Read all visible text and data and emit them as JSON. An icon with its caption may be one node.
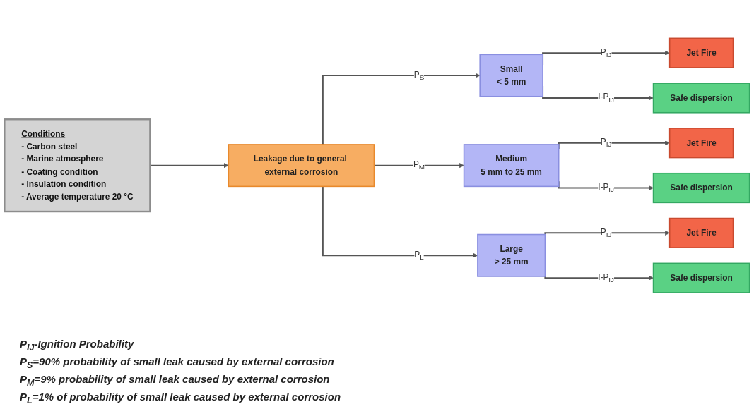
{
  "diagram": {
    "nodes": [
      {
        "text": [
          "Conditions",
          "- Carbon steel",
          "- Marine atmosphere",
          "- Coating condition",
          "- Insulation condition",
          "- Average temperature 20 °C"
        ]
      },
      {
        "text": [
          "Leakage due to general external corrosion"
        ]
      },
      {
        "text": [
          "Small",
          "< 5 mm"
        ]
      },
      {
        "text": [
          "Medium",
          "5 mm to 25 mm"
        ]
      },
      {
        "text": [
          "Large",
          "> 25 mm"
        ]
      },
      {
        "text": [
          "Jet Fire"
        ]
      },
      {
        "text": [
          "Safe dispersion"
        ]
      },
      {
        "text": [
          "Jet Fire"
        ]
      },
      {
        "text": [
          "Safe dispersion"
        ]
      },
      {
        "text": [
          "Jet Fire"
        ]
      },
      {
        "text": [
          "Safe dispersion"
        ]
      }
    ],
    "edges": [
      {
        "from": 0,
        "to": 1,
        "arrow": "to"
      },
      {
        "from": 1,
        "to": 2,
        "arrow": "to",
        "label": "P$_{S}$"
      },
      {
        "from": 1,
        "to": 3,
        "arrow": "to",
        "label": "P$_{M}$"
      },
      {
        "from": 1,
        "to": 4,
        "arrow": "to",
        "label": "P$_{L}$"
      },
      {
        "from": 2,
        "to": 5,
        "arrow": "to",
        "label": "P$_{IJ}$"
      },
      {
        "from": 2,
        "to": 6,
        "arrow": "to",
        "label": "I-P$_{IJ}$"
      },
      {
        "from": 3,
        "to": 7,
        "arrow": "to",
        "label": "P$_{IJ}$"
      },
      {
        "from": 3,
        "to": 8,
        "arrow": "to",
        "label": "I-P$_{IJ}$"
      },
      {
        "from": 4,
        "to": 9,
        "arrow": "to",
        "label": "P$_{IJ}$"
      },
      {
        "from": 4,
        "to": 10,
        "arrow": "to",
        "label": "I-P$_{IJ}$"
      }
    ],
    "labels": [
      "P$_{IJ}$-Ignition Probability",
      "P$_{S}$=90% probability of small leak caused by external corrosion",
      "P$_{M}$=9% probability of small leak caused by external corrosion",
      "P$_{L}$=1% of probability of small leak caused by external corrosion"
    ]
  }
}
